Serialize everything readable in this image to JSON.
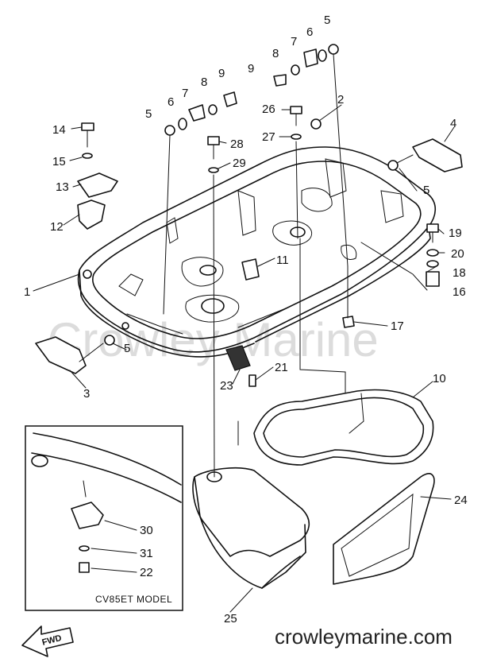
{
  "watermark": "Crowley Marine",
  "footer": "crowleymarine.com",
  "inset": {
    "model_label": "CV85ET MODEL"
  },
  "fwd_arrow": "FWD",
  "callouts": {
    "c1": "1",
    "c2": "2",
    "c3": "3",
    "c4": "4",
    "c5a": "5",
    "c5b": "5",
    "c5c": "5",
    "c5d": "5",
    "c6a": "6",
    "c6b": "6",
    "c7a": "7",
    "c7b": "7",
    "c8a": "8",
    "c8b": "8",
    "c9a": "9",
    "c9b": "9",
    "c10": "10",
    "c11": "11",
    "c12": "12",
    "c13": "13",
    "c14": "14",
    "c15": "15",
    "c16": "16",
    "c17": "17",
    "c18": "18",
    "c19": "19",
    "c20": "20",
    "c21": "21",
    "c22": "22",
    "c23": "23",
    "c24": "24",
    "c25": "25",
    "c26": "26",
    "c27": "27",
    "c28": "28",
    "c29": "29",
    "c30": "30",
    "c31": "31"
  }
}
